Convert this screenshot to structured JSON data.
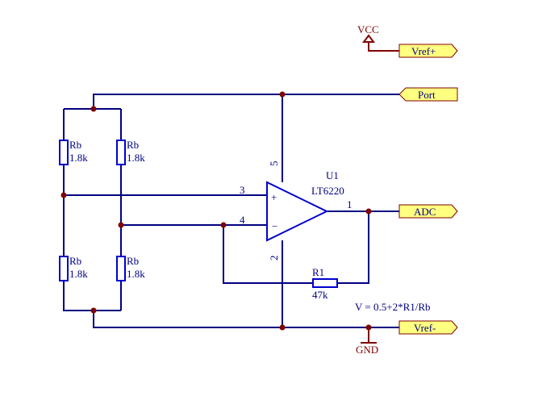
{
  "power": {
    "vcc_label": "VCC",
    "gnd_label": "GND"
  },
  "ports": {
    "vref_plus": "Vref+",
    "port": "Port",
    "adc": "ADC",
    "vref_minus": "Vref-"
  },
  "resistors": {
    "rb_top_left": {
      "ref": "Rb",
      "value": "1.8k"
    },
    "rb_top_right": {
      "ref": "Rb",
      "value": "1.8k"
    },
    "rb_bottom_left": {
      "ref": "Rb",
      "value": "1.8k"
    },
    "rb_bottom_right": {
      "ref": "Rb",
      "value": "1.8k"
    },
    "r1": {
      "ref": "R1",
      "value": "47k"
    }
  },
  "opamp": {
    "ref": "U1",
    "part": "LT6220",
    "pin_plus": "3",
    "pin_minus": "4",
    "pin_out": "1",
    "pin_vpos": "5",
    "pin_vneg": "2",
    "plus_sign": "+",
    "minus_sign": "−"
  },
  "formula": "V = 0.5+2*R1/Rb",
  "colors": {
    "wire": "#000080",
    "component": "#0000cc",
    "power": "#800000",
    "junction": "#800000",
    "port_fill": "#ffff80"
  }
}
